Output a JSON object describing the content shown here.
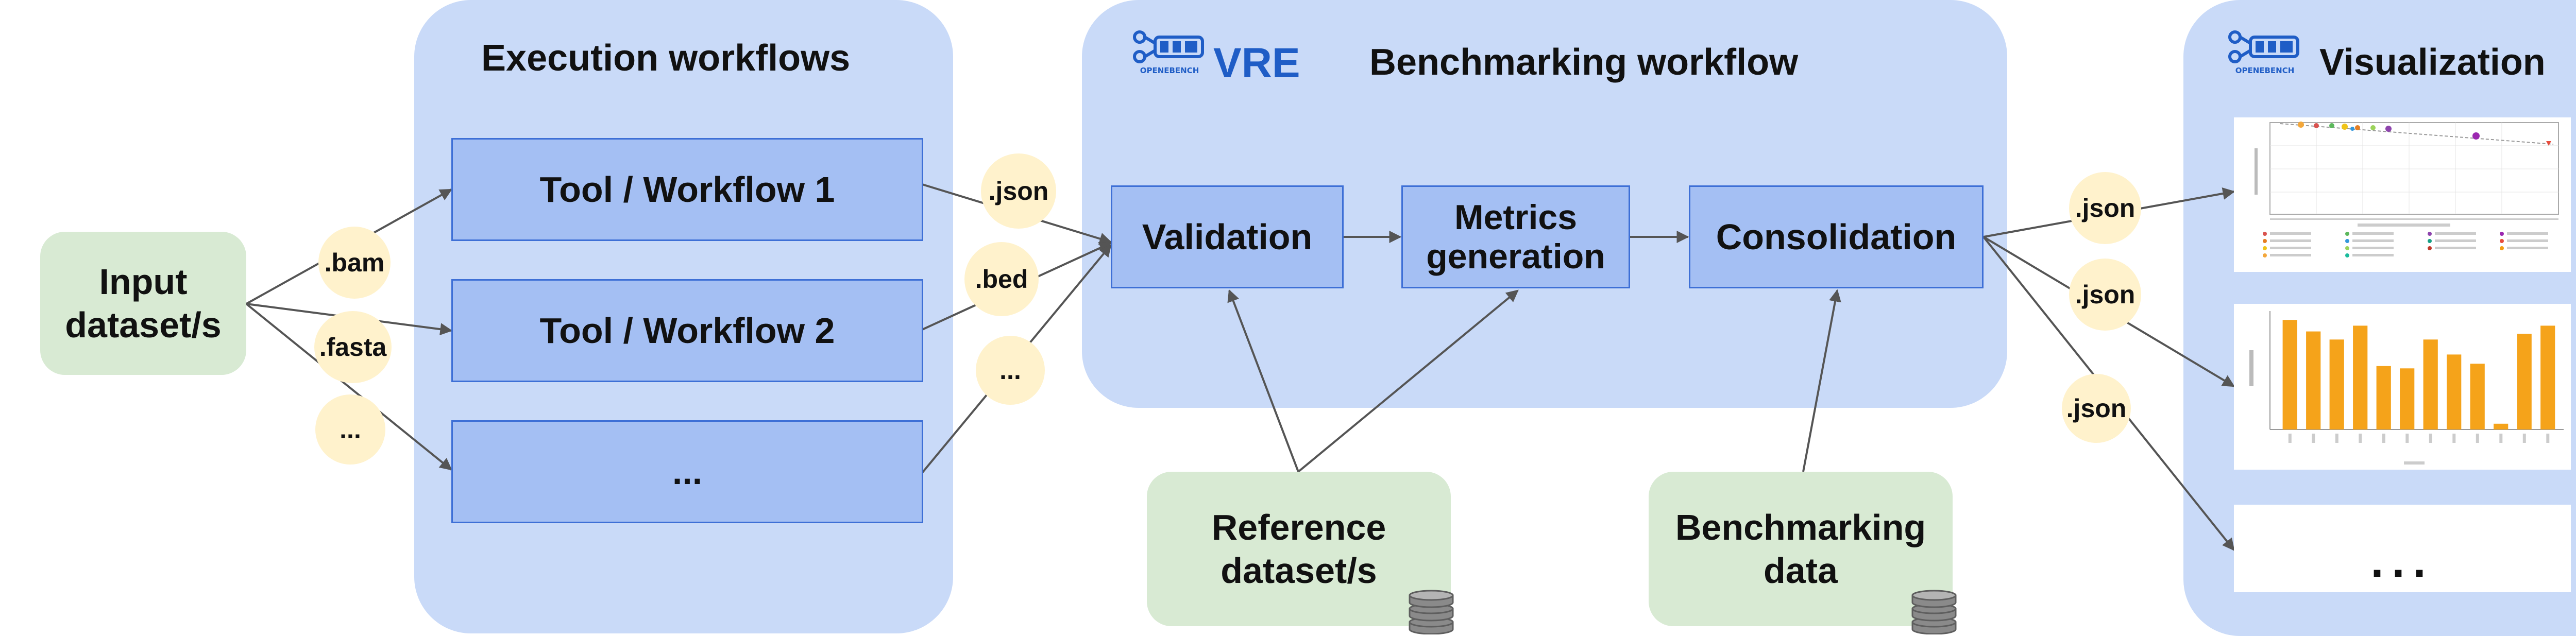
{
  "panels": {
    "execution": {
      "title": "Execution workflows"
    },
    "benchmarking": {
      "title": "Benchmarking workflow",
      "platform": "VRE"
    },
    "visualization": {
      "title": "Visualization"
    }
  },
  "logo": {
    "name": "openebench-logo-icon",
    "caption": "OPENEBENCH"
  },
  "nodes": {
    "input": "Input dataset/s",
    "tool1": "Tool / Workflow 1",
    "tool2": "Tool / Workflow 2",
    "tool3": "...",
    "validation": "Validation",
    "metrics": "Metrics generation",
    "consolidation": "Consolidation",
    "reference": "Reference dataset/s",
    "benchmarking_data": "Benchmarking data"
  },
  "badges": {
    "bam": ".bam",
    "fasta": ".fasta",
    "input_more": "...",
    "json": ".json",
    "bed": ".bed",
    "tool_more": "...",
    "out_json_1": ".json",
    "out_json_2": ".json",
    "out_json_3": ".json"
  },
  "visualizations": {
    "more": "...",
    "bar_color": "#f5a31a",
    "bar_values": [
      0.95,
      0.85,
      0.78,
      0.9,
      0.55,
      0.53,
      0.78,
      0.65,
      0.57,
      0.05,
      0.83,
      0.9
    ]
  },
  "colors": {
    "panel": "#c9daf8",
    "box_fill": "#a4bff3",
    "box_border": "#3d6fd6",
    "green": "#d8ead3",
    "badge": "#fff2cc",
    "vre": "#1f5dc6",
    "arrow": "#555555"
  }
}
